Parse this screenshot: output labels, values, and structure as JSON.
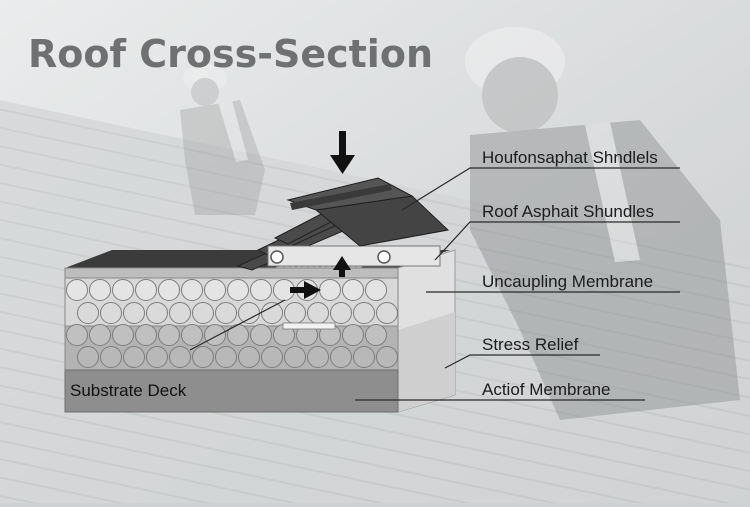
{
  "title": "Roof Cross-Section",
  "labels": {
    "shingles_top": "Houfonsaphat Shndlels",
    "shingles": "Roof Asphait Shundles",
    "uncoupling": "Uncaupling Membrane",
    "stress": "Stress Relief",
    "membrane": "Actiof Membrane",
    "deck": "Substrate Deck"
  },
  "colors": {
    "shingle": "#3a3a3a",
    "pebble_layer": "#d6d6d6",
    "pebble_dark": "#a9a9a9",
    "deck": "#8c8c8c",
    "right_face": "#dcdcdc"
  },
  "icons": [
    "down-arrow-icon",
    "up-arrow-icon",
    "right-arrow-icon"
  ]
}
